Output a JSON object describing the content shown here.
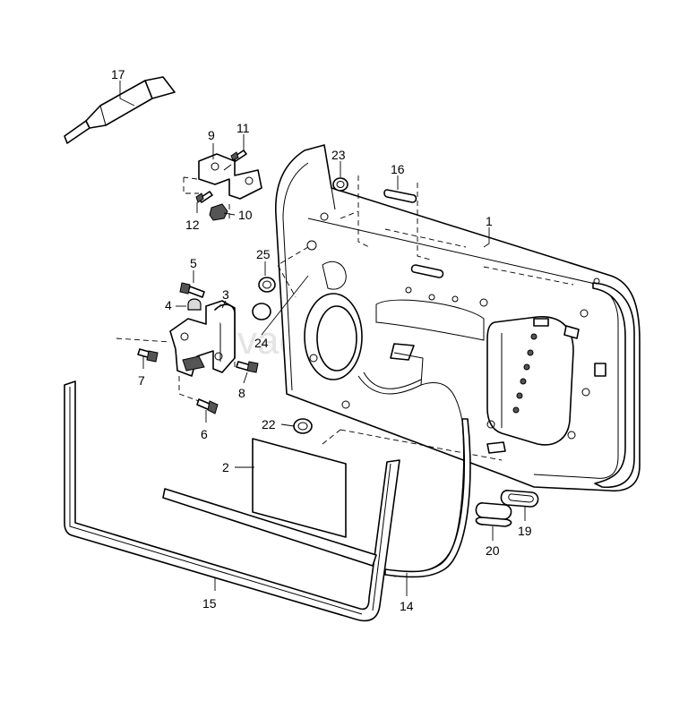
{
  "watermark": "vaqtec.ru",
  "callouts": [
    {
      "id": "1",
      "label": "1"
    },
    {
      "id": "2",
      "label": "2"
    },
    {
      "id": "3",
      "label": "3"
    },
    {
      "id": "4",
      "label": "4"
    },
    {
      "id": "5",
      "label": "5"
    },
    {
      "id": "6",
      "label": "6"
    },
    {
      "id": "7",
      "label": "7"
    },
    {
      "id": "8",
      "label": "8"
    },
    {
      "id": "9",
      "label": "9"
    },
    {
      "id": "10",
      "label": "10"
    },
    {
      "id": "11",
      "label": "11"
    },
    {
      "id": "12",
      "label": "12"
    },
    {
      "id": "14",
      "label": "14"
    },
    {
      "id": "15",
      "label": "15"
    },
    {
      "id": "16",
      "label": "16"
    },
    {
      "id": "17",
      "label": "17"
    },
    {
      "id": "19",
      "label": "19"
    },
    {
      "id": "20",
      "label": "20"
    },
    {
      "id": "22",
      "label": "22"
    },
    {
      "id": "23",
      "label": "23"
    },
    {
      "id": "24",
      "label": "24"
    },
    {
      "id": "25",
      "label": "25"
    }
  ]
}
